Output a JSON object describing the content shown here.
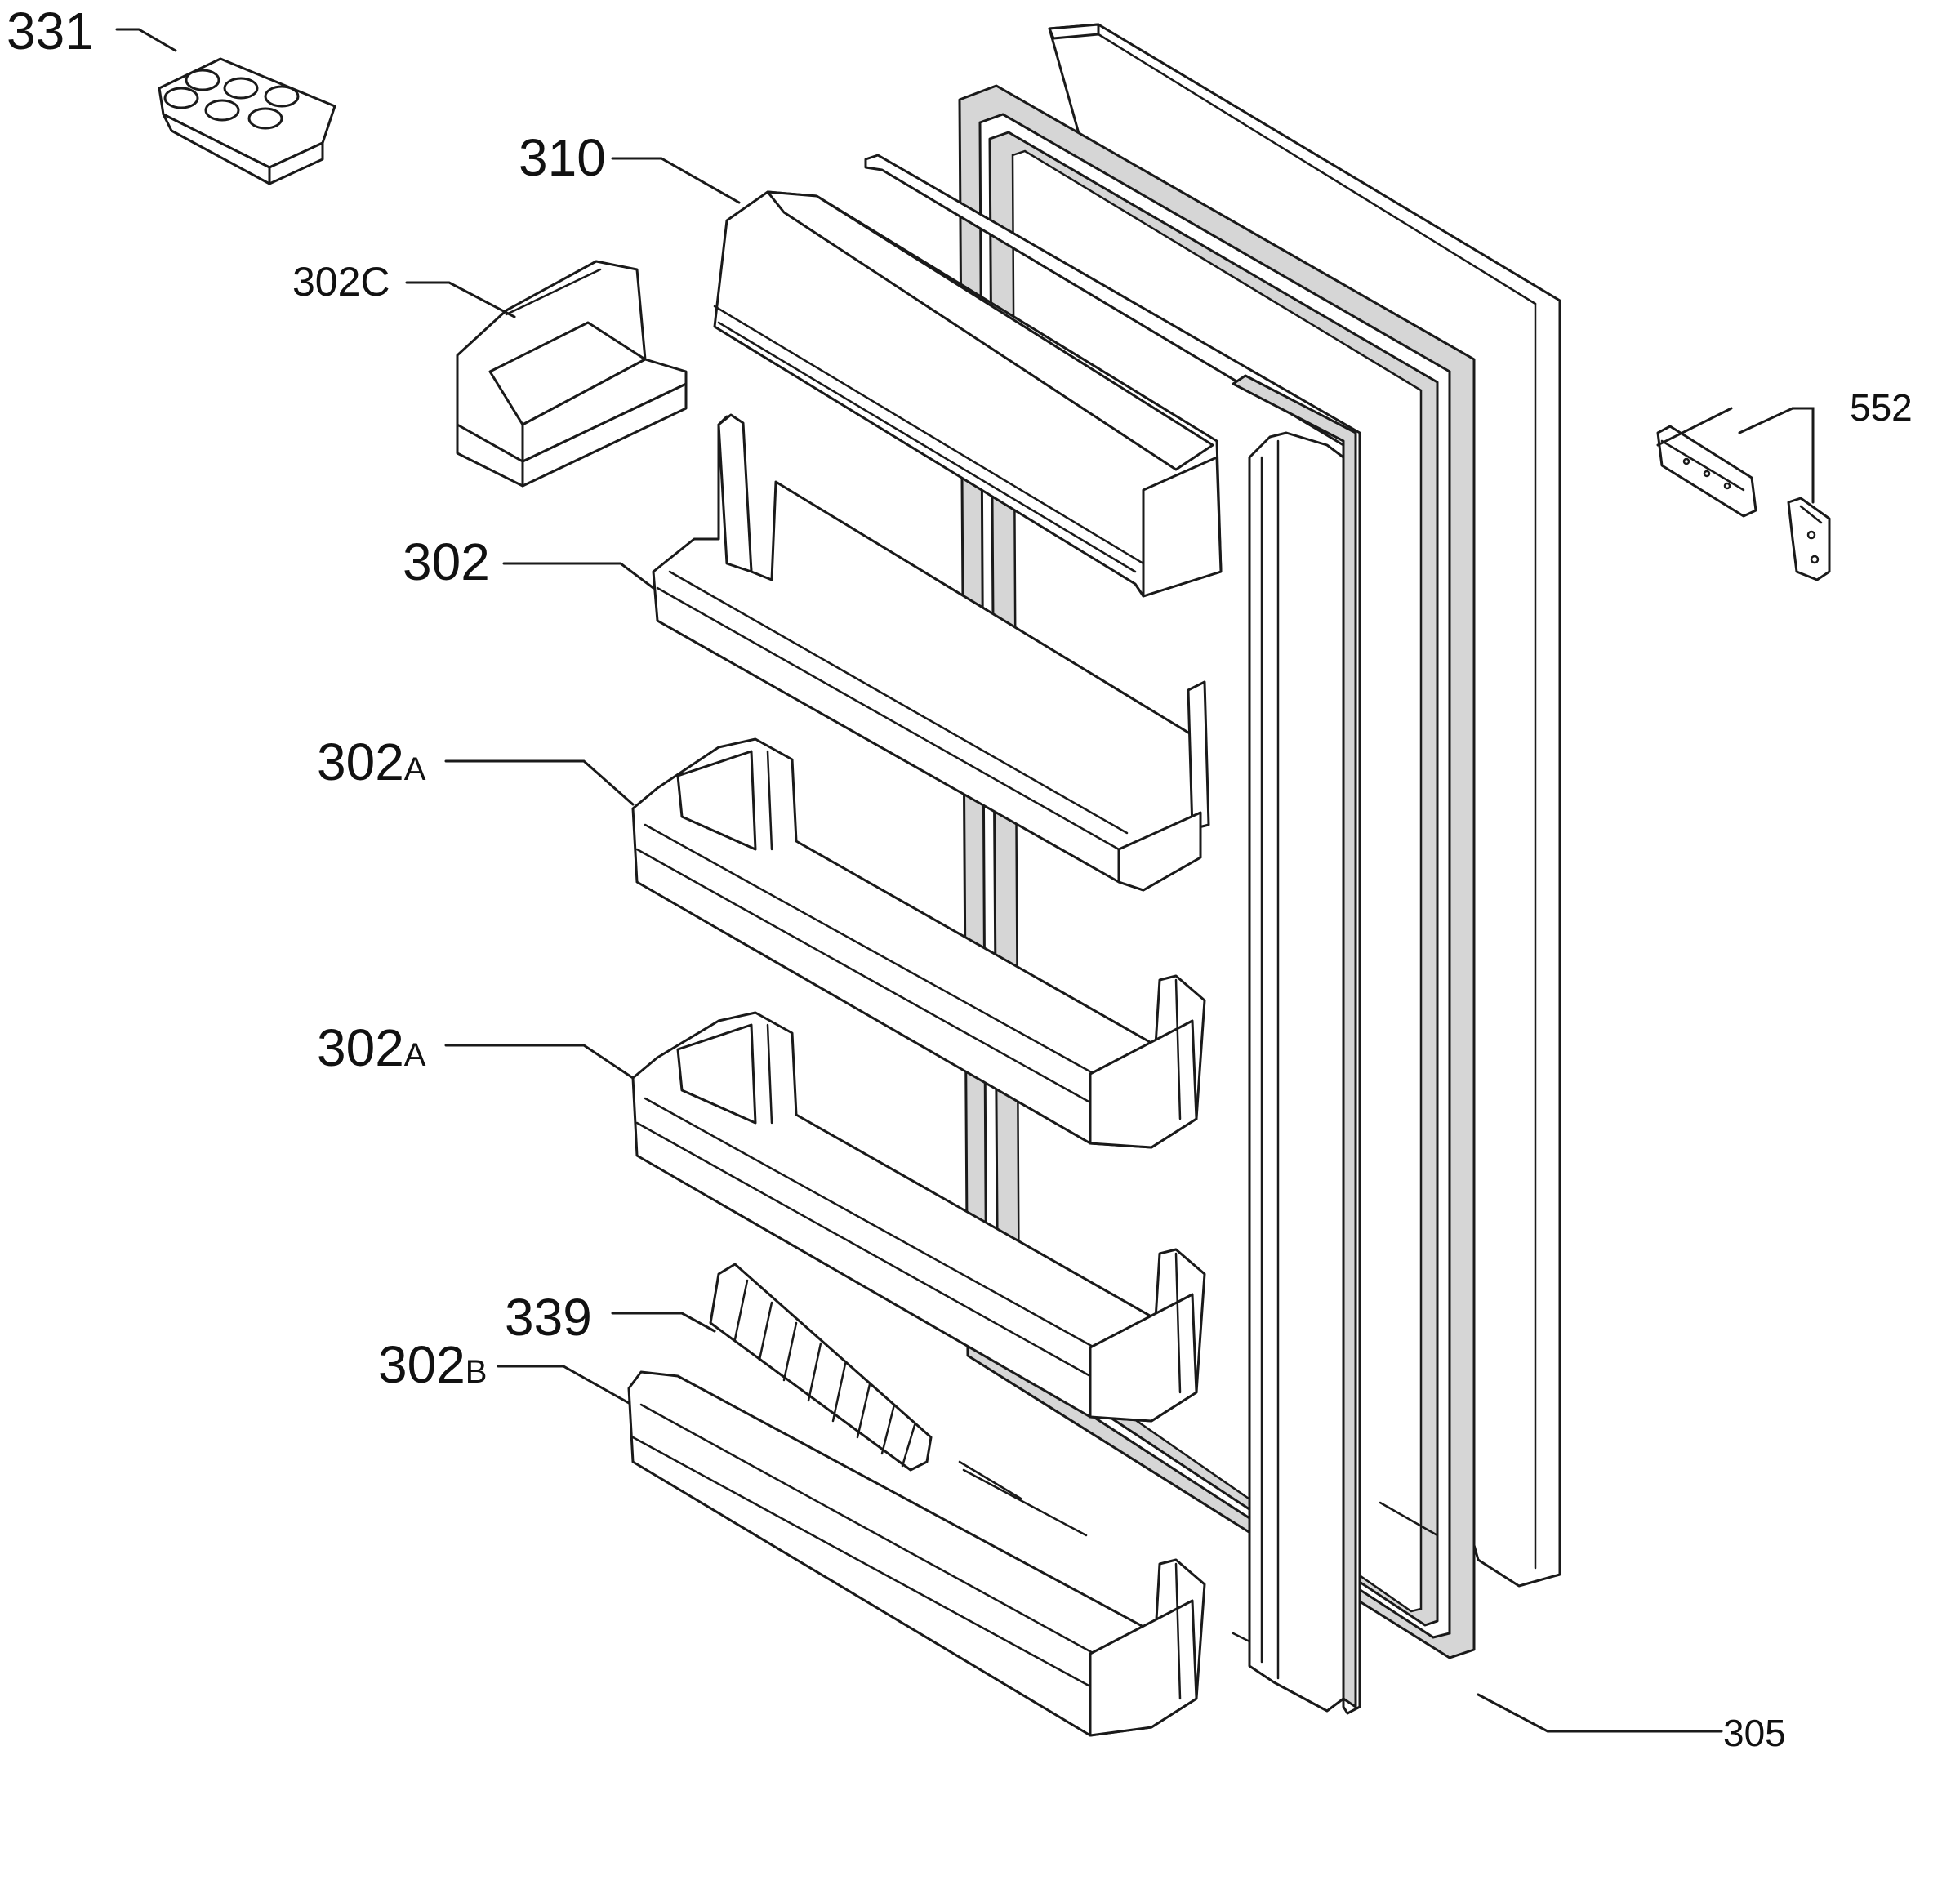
{
  "diagram": {
    "callouts": {
      "c331": "331",
      "c310": "310",
      "c302c": "302C",
      "c302": "302",
      "c302a_1_num": "302",
      "c302a_1_suffix": "A",
      "c302a_2_num": "302",
      "c302a_2_suffix": "A",
      "c339": "339",
      "c302b_num": "302",
      "c302b_suffix": "B",
      "c552": "552",
      "c305": "305"
    },
    "colors": {
      "line": "#1a1a1a",
      "gasket_fill": "#d6d6d6",
      "background": "#ffffff"
    }
  }
}
